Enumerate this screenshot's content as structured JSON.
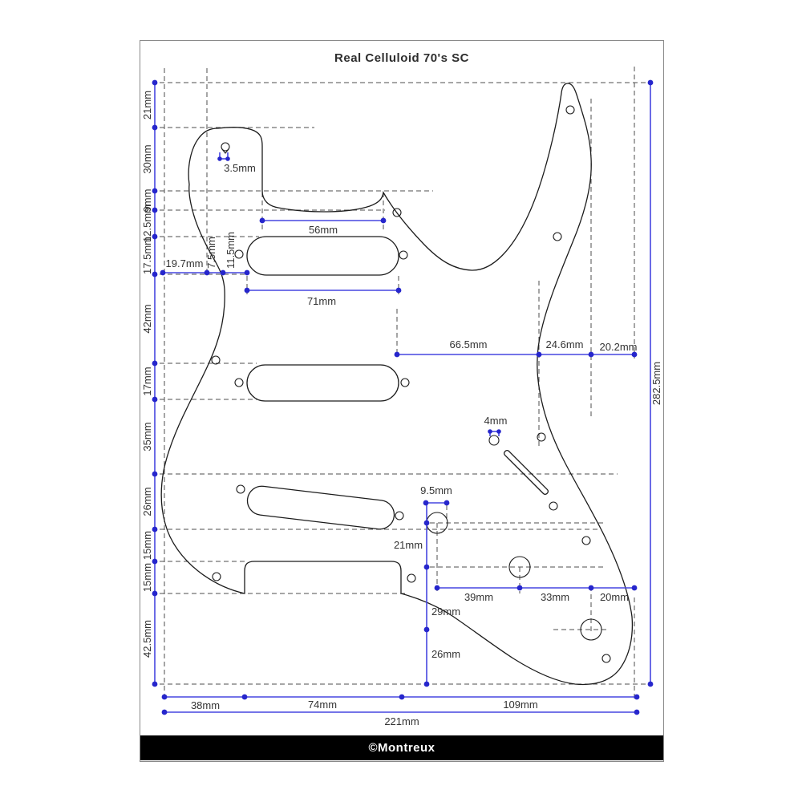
{
  "title": "Real Celluloid 70's SC",
  "footer": {
    "brand": "©Montreux"
  },
  "colors": {
    "dimension_line": "#4646e0",
    "node": "#2626cc",
    "outline": "#1c1c1c",
    "guide": "#4d4d4d",
    "footer_bg": "#000000",
    "paper": "#ffffff"
  },
  "drawing": {
    "part": "Stratocaster single-coil pickguard",
    "units": "mm"
  },
  "dimensions": {
    "left_axis": [
      "21mm",
      "30mm",
      "9mm",
      "12.5mm",
      "17.5mm",
      "42mm",
      "17mm",
      "35mm",
      "26mm",
      "15mm",
      "15mm",
      "42.5mm"
    ],
    "right_axis_total": "282.5mm",
    "neck_pocket": "56mm",
    "horn_screw_hole": "3.5mm",
    "upper_left_chain": [
      "19.7mm",
      "7.5mm",
      "11.5mm"
    ],
    "pickup_length": "71mm",
    "waist_chain": [
      "66.5mm",
      "24.6mm",
      "20.2mm"
    ],
    "switch_screw_hole": "4mm",
    "pot_hole": "9.5mm",
    "knob_column_chain": [
      "21mm",
      "29mm",
      "26mm"
    ],
    "knob_row_chain": [
      "39mm",
      "33mm",
      "20mm"
    ],
    "bottom_chain": [
      "38mm",
      "74mm",
      "109mm"
    ],
    "total_width": "221mm"
  }
}
